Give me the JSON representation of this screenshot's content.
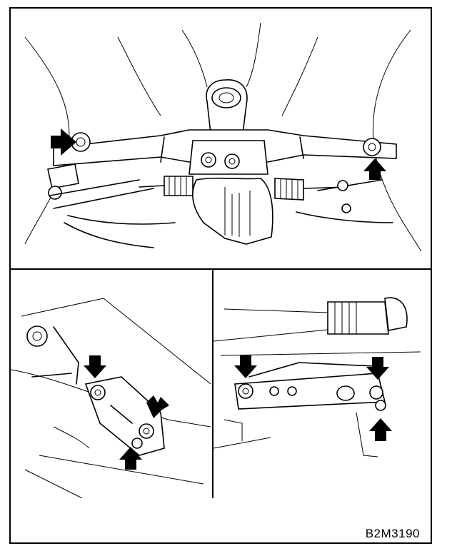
{
  "figure": {
    "code": "B2M3190",
    "colors": {
      "line": "#000000",
      "background": "#ffffff"
    },
    "panels": [
      {
        "id": "top",
        "view": "rear-crossmember-overview",
        "arrows": 2
      },
      {
        "id": "bottom-left",
        "view": "crossmember-mount-detail",
        "arrows": 3
      },
      {
        "id": "bottom-right",
        "view": "link-mount-detail",
        "arrows": 3
      }
    ]
  }
}
